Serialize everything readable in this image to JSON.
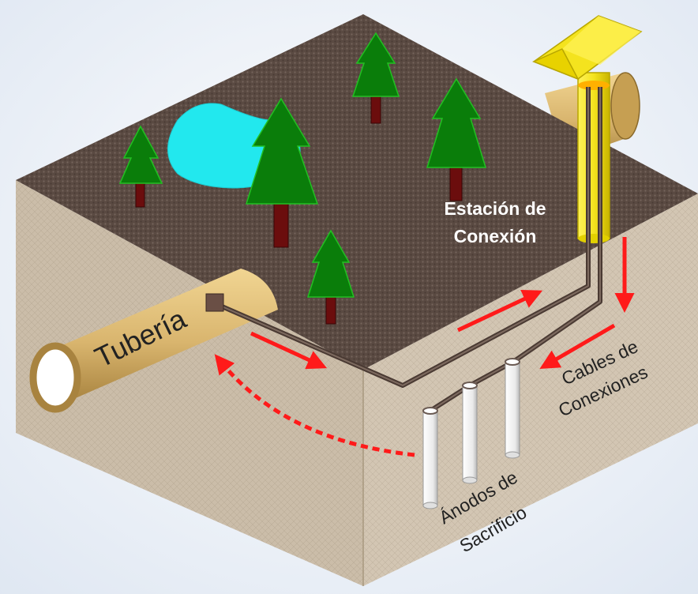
{
  "labels": {
    "pipe": "Tubería",
    "station_line1": "Estación de",
    "station_line2": "Conexión",
    "cables_line1": "Cables de",
    "cables_line2": "Conexiones",
    "anodes_line1": "Ánodos de",
    "anodes_line2": "Sacrificio"
  },
  "colors": {
    "ground_top": "#5a4a42",
    "soil_side": "#cfc0ad",
    "pipe": "#d9b56e",
    "tree": "#0a7d0a",
    "trunk": "#6b0d0d",
    "water": "#22e8ee",
    "station": "#f4e31e",
    "arrow": "#ff1a1a",
    "anode": "#f2f2f2"
  }
}
